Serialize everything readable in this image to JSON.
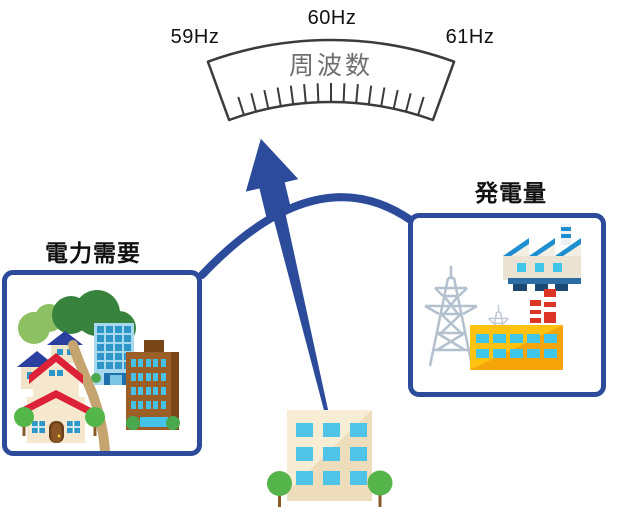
{
  "palette": {
    "accent_blue": "#2c4b9b",
    "gauge_outline": "#3b3b3b",
    "gauge_text_gray": "#6e6e6e",
    "text_black": "#111111",
    "background": "#ffffff"
  },
  "gauge": {
    "title": "周波数",
    "scale_labels": [
      "59Hz",
      "60Hz",
      "61Hz"
    ],
    "tick_count": 15,
    "needle_position": "pointing up, slightly left of 60Hz"
  },
  "demand": {
    "label": "電力需要",
    "icon": "town-illustration"
  },
  "generation": {
    "label": "発電量",
    "icon": "power-plant-illustration"
  },
  "pivot": {
    "icon": "office-building-illustration"
  }
}
